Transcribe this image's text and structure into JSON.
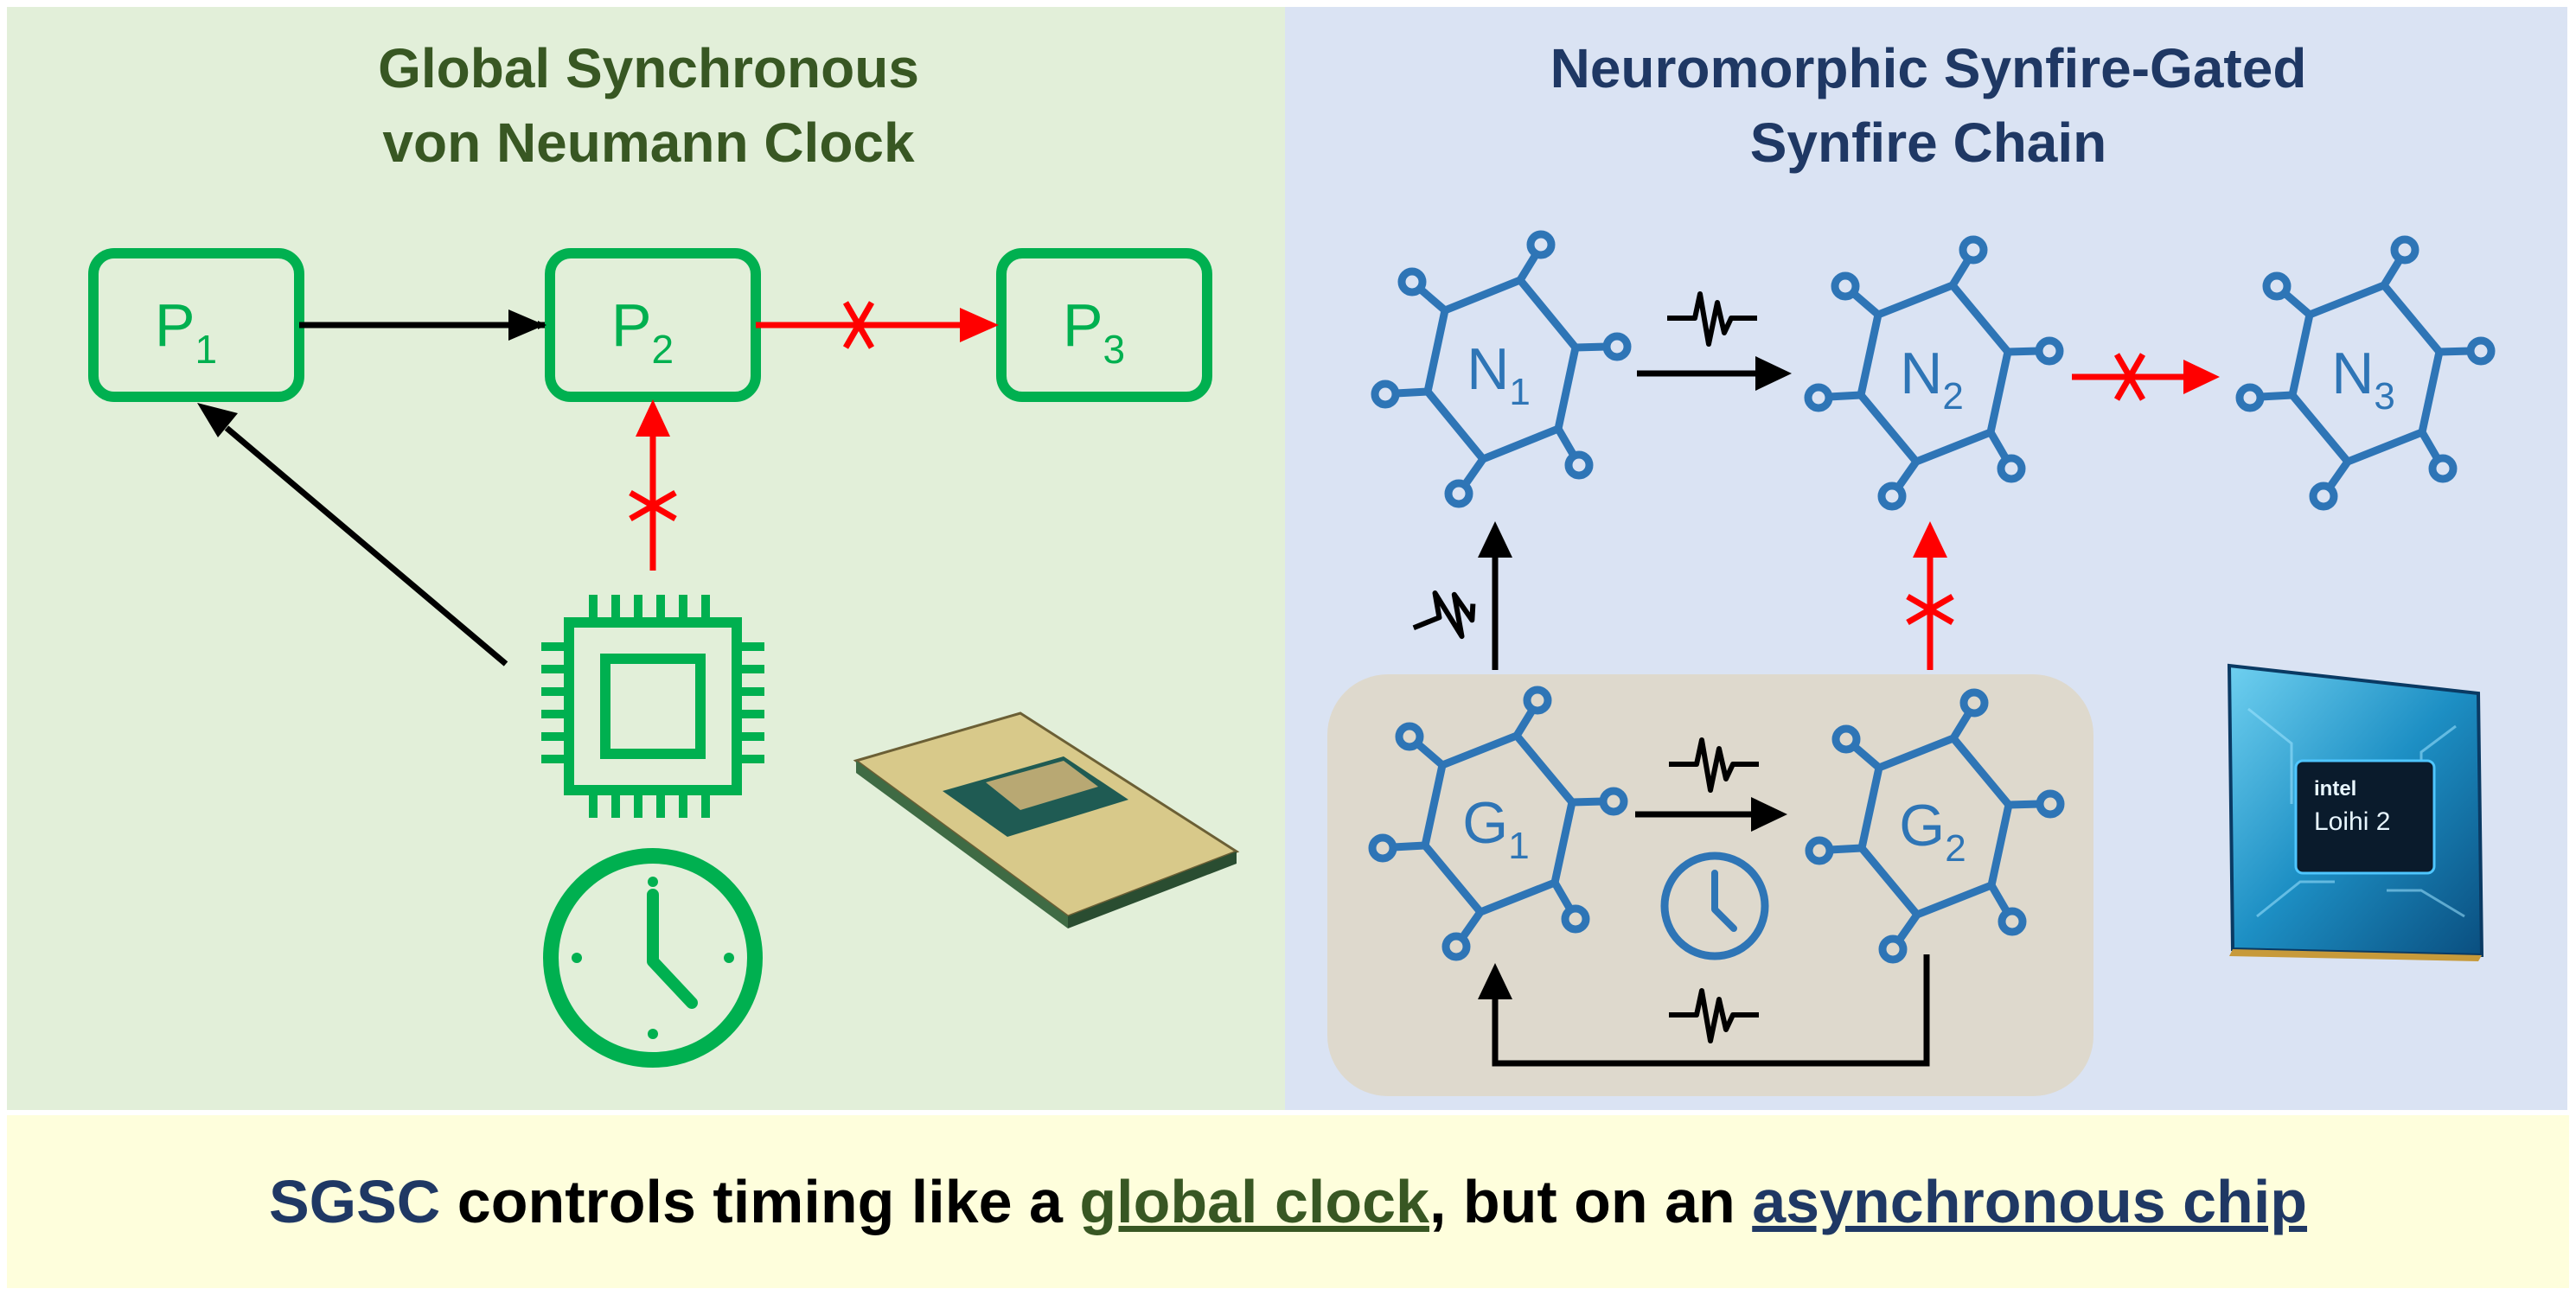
{
  "left_panel": {
    "title_line1": "Global Synchronous",
    "title_line2": "von Neumann Clock",
    "nodes": [
      {
        "base": "P",
        "sub": "1"
      },
      {
        "base": "P",
        "sub": "2"
      },
      {
        "base": "P",
        "sub": "3"
      }
    ]
  },
  "right_panel": {
    "title_line1": "Neuromorphic Synfire-Gated",
    "title_line2": "Synfire Chain",
    "neurons": [
      {
        "base": "N",
        "sub": "1"
      },
      {
        "base": "N",
        "sub": "2"
      },
      {
        "base": "N",
        "sub": "3"
      }
    ],
    "gates": [
      {
        "base": "G",
        "sub": "1"
      },
      {
        "base": "G",
        "sub": "2"
      }
    ],
    "chip_label_brand": "intel",
    "chip_label_name": "Loihi 2"
  },
  "footer": {
    "acronym": "SGSC",
    "text_mid": " controls timing like a ",
    "global_clock": "global clock",
    "text_after": ", but on an ",
    "async_chip": "asynchronous chip"
  },
  "colors": {
    "left_bg": "#e2efd9",
    "right_bg": "#dae3f3",
    "footer_bg": "#fefedc",
    "green_accent": "#00b050",
    "blue_accent": "#2e75b6",
    "blocked_red": "#ff0000",
    "gate_box": "#ded9cd"
  }
}
